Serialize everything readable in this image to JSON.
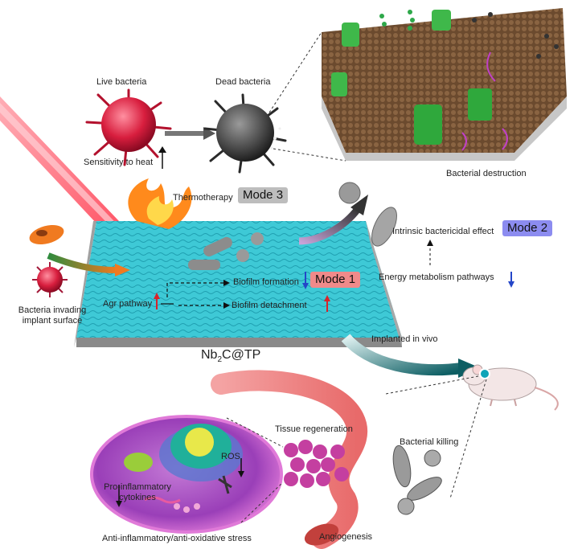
{
  "labels": {
    "live_bacteria": "Live bacteria",
    "dead_bacteria": "Dead bacteria",
    "sensitivity_to_heat": "Sensitivity to heat",
    "thermotherapy": "Thermotherapy",
    "bacterial_destruction": "Bacterial destruction",
    "intrinsic_bactericidal_effect": "Intrinsic bactericidal effect",
    "energy_metabolism": "Energy metabolism pathways",
    "biofilm_formation": "Biofilm formation",
    "agr_pathway": "Agr pathway",
    "biofilm_detachment": "Biofilm detachment",
    "bacteria_invading_line1": "Bacteria invading",
    "bacteria_invading_line2": "implant surface",
    "material_prefix": "Nb",
    "material_sub": "2",
    "material_suffix": "C@TP",
    "implanted_in_vivo": "Implanted in vivo",
    "tissue_regeneration": "Tissue regeneration",
    "bacterial_killing": "Bacterial killing",
    "ros": "ROS",
    "pro_inflammatory_line1": "Pro-inflammatory",
    "pro_inflammatory_line2": "cytokines",
    "anti_inflammatory": "Anti-inflammatory/anti-oxidative stress",
    "angiogenesis": "Angiogenesis"
  },
  "modes": {
    "mode1": "Mode 1",
    "mode2": "Mode 2",
    "mode3": "Mode 3"
  },
  "colors": {
    "surface": "#3ec9d6",
    "mode1": "#f08a8a",
    "mode2": "#8c8cf0",
    "mode3": "#bdbdbd",
    "laser": "#ff4a5a",
    "vessel": "#f08a8a",
    "up_arrow": "#d8232a",
    "down_arrow": "#2446c8"
  }
}
